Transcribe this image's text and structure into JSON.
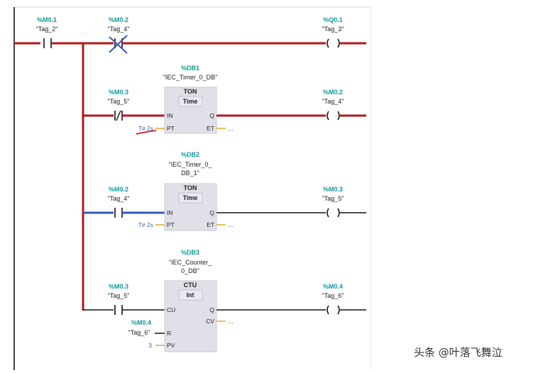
{
  "network": {
    "contacts": {
      "m01": {
        "addr": "%M0.1",
        "tag": "\"Tag_2\""
      },
      "m02_top": {
        "addr": "%M0.2",
        "tag": "\"Tag_4\""
      },
      "m03_a": {
        "addr": "%M0.3",
        "tag": "\"Tag_5\""
      },
      "m02_b": {
        "addr": "%M0.2",
        "tag": "\"Tag_4\""
      },
      "m03_c": {
        "addr": "%M0.3",
        "tag": "\"Tag_5\""
      },
      "m04_r": {
        "addr": "%M0.4",
        "tag": "\"Tag_6\""
      }
    },
    "coils": {
      "q01": {
        "addr": "%Q0.1",
        "tag": "\"Tag_3\""
      },
      "m02": {
        "addr": "%M0.2",
        "tag": "\"Tag_4\""
      },
      "m03": {
        "addr": "%M0.3",
        "tag": "\"Tag_5\""
      },
      "m04": {
        "addr": "%M0.4",
        "tag": "\"Tag_6\""
      }
    },
    "blocks": {
      "db1": {
        "addr": "%DB1",
        "name": "\"IEC_Timer_0_DB\"",
        "type": "TON",
        "datatype": "Time",
        "in1": "IN",
        "in2": "PT",
        "out1": "Q",
        "out2": "ET",
        "pt": "T# 2s",
        "et": "..."
      },
      "db2": {
        "addr": "%DB2",
        "name_line1": "\"IEC_Timer_0_",
        "name_line2": "DB_1\"",
        "type": "TON",
        "datatype": "Time",
        "in1": "IN",
        "in2": "PT",
        "out1": "Q",
        "out2": "ET",
        "pt": "T# 2s",
        "et": "..."
      },
      "db3": {
        "addr": "%DB3",
        "name_line1": "\"IEC_Counter_",
        "name_line2": "0_DB\"",
        "type": "CTU",
        "datatype": "Int",
        "in1": "CU",
        "in2": "R",
        "in3": "PV",
        "out1": "Q",
        "out2": "CV",
        "pv": "3",
        "cv": "..."
      }
    }
  },
  "colors": {
    "powered": "#b01818",
    "unpowered": "#111111",
    "selected": "#3355bb",
    "param_wire": "#f0a020",
    "block_fill": "#dfe0e8",
    "address": "#119999"
  },
  "watermark": "头条 @叶落飞舞泣"
}
